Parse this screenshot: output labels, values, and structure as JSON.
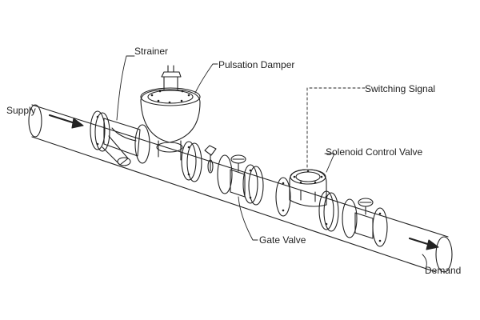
{
  "labels": {
    "supply": "Supply",
    "strainer": "Strainer",
    "pulsation_damper": "Pulsation Damper",
    "switching_signal": "Switching Signal",
    "solenoid_control_valve": "Solenoid Control Valve",
    "gate_valve": "Gate Valve",
    "demand": "Demand"
  },
  "colors": {
    "line": "#222222",
    "background": "#ffffff"
  }
}
